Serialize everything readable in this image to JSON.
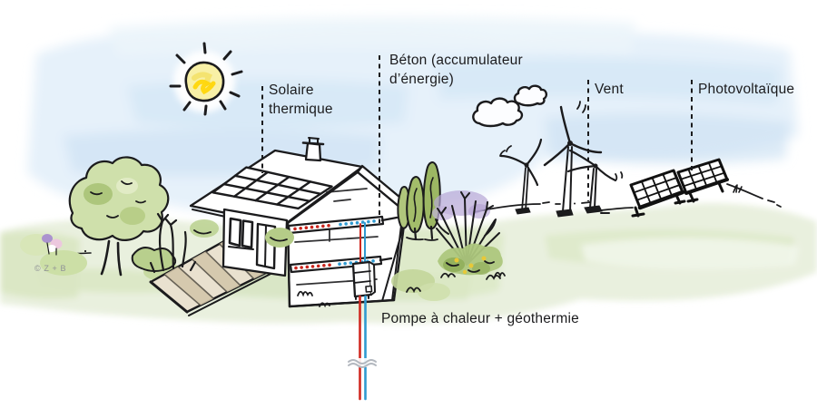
{
  "labels": {
    "solar_thermal": "Solaire\nthermique",
    "concrete_storage": "Béton (accumulateur\nd’énergie)",
    "wind": "Vent",
    "photovoltaic": "Photovoltaïque",
    "heat_pump_geothermal": "Pompe à chaleur + géothermie",
    "credit": "© Z + B"
  },
  "scene_elements": [
    "sun",
    "clouds",
    "house cross-section",
    "solar thermal roof panels",
    "chimney",
    "wooden deck",
    "tree",
    "bushes and flowers",
    "cypress trees",
    "flowering shrub",
    "heat pump unit",
    "underfloor heating dots in concrete slabs",
    "geothermal pipes hot and cold",
    "pipe break mark",
    "wind turbines",
    "ground-mounted photovoltaic panels",
    "hill meadow"
  ],
  "colors": {
    "ink": "#1b1b1d",
    "sky_wash": "#d8eaf8",
    "ground_wash": "#e7eedb",
    "foliage_green": "#b9cf8d",
    "sun_yellow": "#ffd60a",
    "deck_tan": "#d3c6aa",
    "flower_purple": "#b7a6d6",
    "pipe_hot_red": "#d02820",
    "pipe_cold_blue": "#2f9ad1",
    "label_text": "#1b1b1d",
    "credit_text": "#8f9296"
  }
}
